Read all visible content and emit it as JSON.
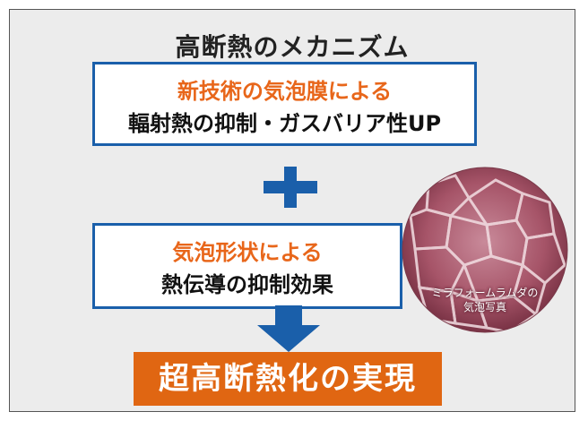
{
  "title": "高断熱のメカニズム",
  "box1": {
    "orange": "新技術の気泡膜による",
    "black": "輻射熱の抑制・ガスバリア性UP"
  },
  "box2": {
    "orange": "気泡形状による",
    "black": "熱伝導の抑制効果"
  },
  "result": "超高断熱化の実現",
  "photo": {
    "caption_line1": "ミラフォームラムダの",
    "caption_line2": "気泡写真"
  },
  "colors": {
    "accent_blue": "#1a5faa",
    "accent_orange": "#e8661a",
    "result_bg": "#e06612",
    "panel_bg": "#ececec"
  },
  "icons": [
    "plus-icon",
    "down-arrow-icon"
  ]
}
